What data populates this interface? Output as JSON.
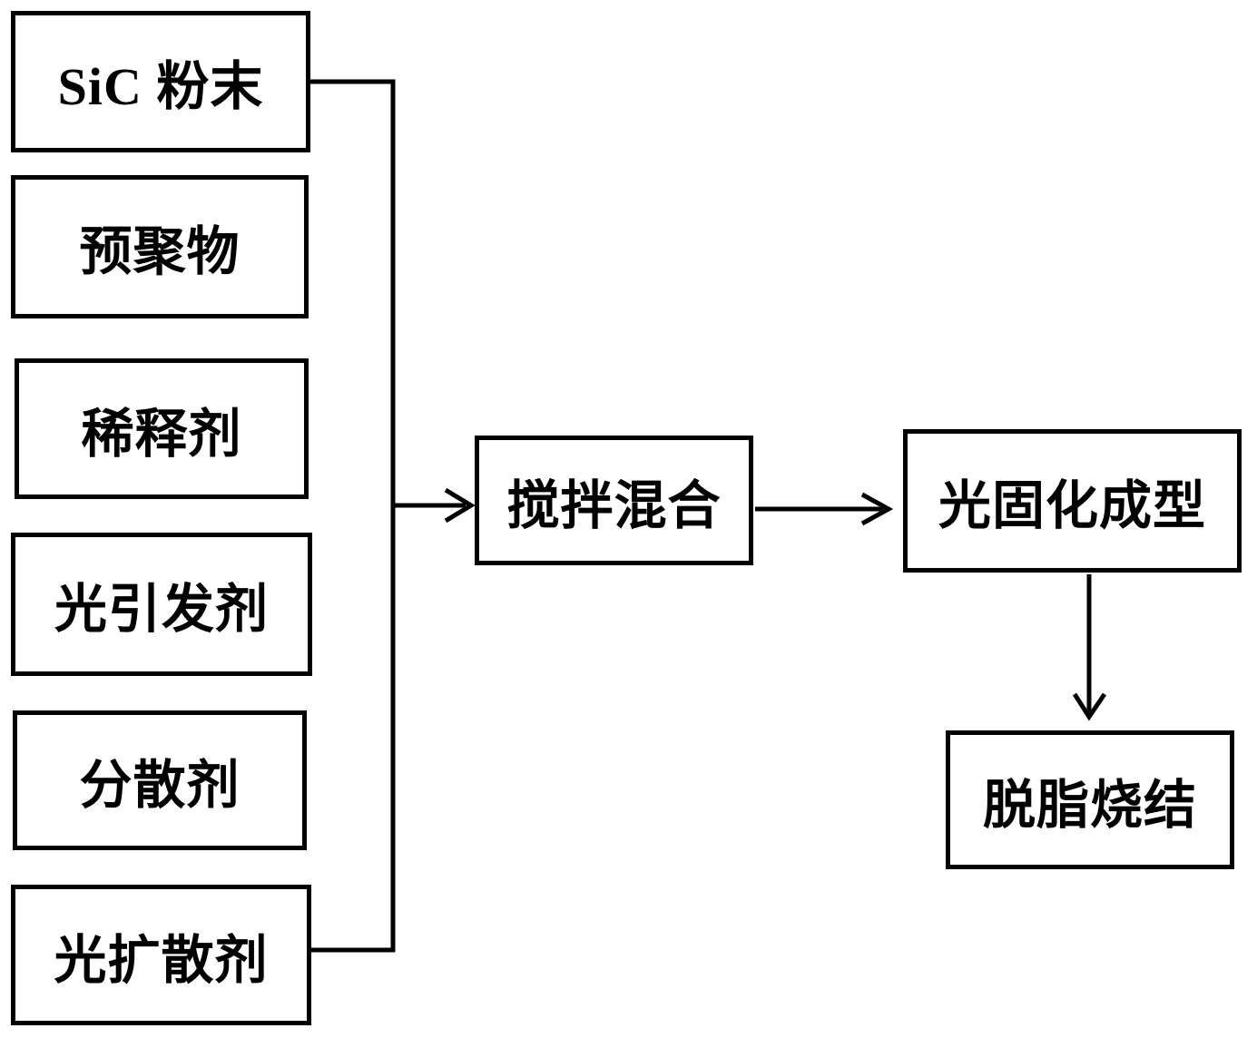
{
  "colors": {
    "background": "#ffffff",
    "line": "#000000",
    "text": "#000000"
  },
  "nodes": {
    "input_boxes": [
      {
        "id": "sic-powder",
        "label": "SiC 粉末"
      },
      {
        "id": "prepolymer",
        "label": "预聚物"
      },
      {
        "id": "diluent",
        "label": "稀释剂"
      },
      {
        "id": "photoinitiator",
        "label": "光引发剂"
      },
      {
        "id": "dispersant",
        "label": "分散剂"
      },
      {
        "id": "light-diffuser",
        "label": "光扩散剂"
      }
    ],
    "mixing": {
      "id": "mixing",
      "label": "搅拌混合"
    },
    "curing": {
      "id": "curing",
      "label": "光固化成型"
    },
    "sintering": {
      "id": "sintering",
      "label": "脱脂烧结"
    }
  },
  "edges": [
    {
      "from": "sic-powder",
      "to": "merge-bus",
      "style": "plain-line"
    },
    {
      "from": "light-diffuser",
      "to": "merge-bus",
      "style": "plain-line"
    },
    {
      "from": "merge-bus",
      "to": "mixing",
      "style": "open-v-arrow"
    },
    {
      "from": "mixing",
      "to": "curing",
      "style": "open-v-arrow"
    },
    {
      "from": "curing",
      "to": "sintering",
      "style": "open-v-arrow"
    }
  ]
}
